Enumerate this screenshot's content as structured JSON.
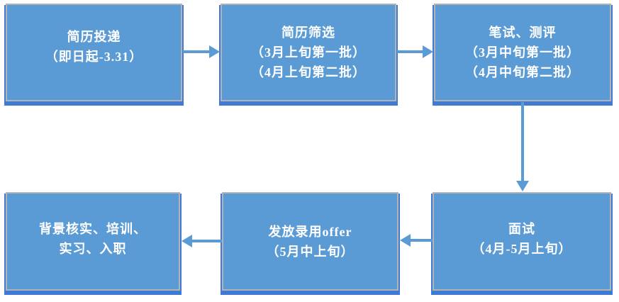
{
  "colors": {
    "box-fill": "#5b9bd5",
    "box-border": "#b3b3b3",
    "box-shadow": "#3e7ad6",
    "arrow": "#5b9bd5",
    "text": "#ffffff",
    "background": "#ffffff"
  },
  "flow": {
    "nodes": [
      {
        "id": "resume-submission",
        "lines": [
          "简历投递",
          "（即日起-3.31）"
        ]
      },
      {
        "id": "resume-screening",
        "lines": [
          "简历筛选",
          "（3月上旬第一批）",
          "（4月上旬第二批）"
        ]
      },
      {
        "id": "written-test-assessment",
        "lines": [
          "笔试、测评",
          "（3月中旬第一批）",
          "（4月中旬第二批）"
        ]
      },
      {
        "id": "interview",
        "lines": [
          "面试",
          "（4月-5月上旬）"
        ]
      },
      {
        "id": "offer-issuance",
        "lines": [
          "发放录用offer",
          "（5月中上旬）"
        ]
      },
      {
        "id": "onboarding",
        "lines": [
          "背景核实、培训、",
          "实习、入职"
        ]
      }
    ],
    "edges": [
      {
        "from": "resume-submission",
        "to": "resume-screening",
        "direction": "right"
      },
      {
        "from": "resume-screening",
        "to": "written-test-assessment",
        "direction": "right"
      },
      {
        "from": "written-test-assessment",
        "to": "interview",
        "direction": "down"
      },
      {
        "from": "interview",
        "to": "offer-issuance",
        "direction": "left"
      },
      {
        "from": "offer-issuance",
        "to": "onboarding",
        "direction": "left"
      }
    ]
  }
}
